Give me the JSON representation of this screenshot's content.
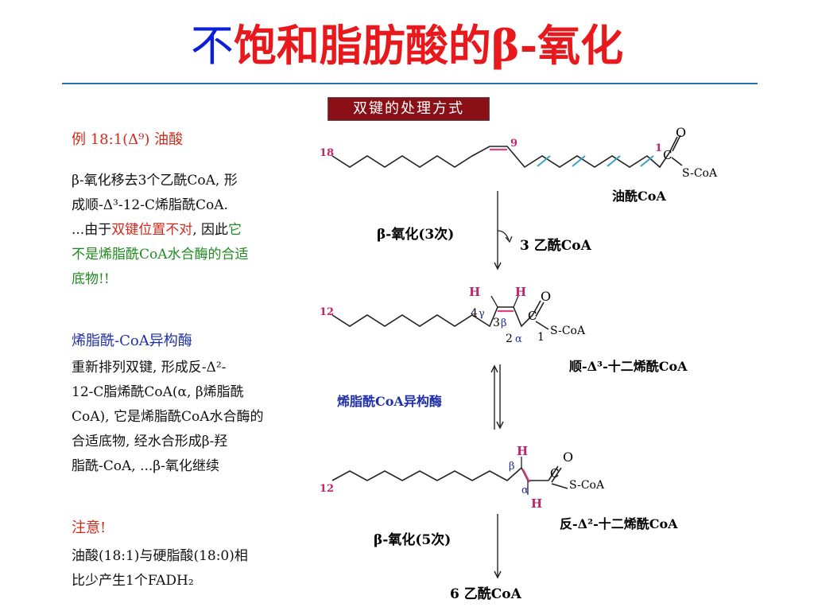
{
  "title": {
    "part1": "不",
    "part2": "饱和脂肪酸的β-氧化"
  },
  "banner": "双键的处理方式",
  "left": {
    "example": "例  18:1(Δ⁹)  油酸",
    "para1": {
      "l1": "β-氧化移去3个乙酰CoA, 形",
      "l2": "成顺-Δ³-12-C烯脂酰CoA.",
      "l3a": "...由于",
      "l3b": "双键位置不对",
      "l3c": ", 因此",
      "l3d": "它",
      "l4": "不是烯脂酰CoA水合酶的合适",
      "l5": "底物!!"
    },
    "enzyme_heading": "烯脂酰-CoA异构酶",
    "para2": {
      "l1": "重新排列双键, 形成反-Δ²-",
      "l2": "12-C脂烯酰CoA(α, β烯脂酰",
      "l3": "CoA), 它是烯脂酰CoA水合酶的",
      "l4": "合适底物, 经水合形成β-羟",
      "l5": "脂酰-CoA, ...β-氧化继续"
    },
    "note_heading": "注意!",
    "note": {
      "l1": "油酸(18:1)与硬脂酸(18:0)相",
      "l2": "比少产生1个FADH₂"
    }
  },
  "diagram": {
    "mol1": {
      "n18": "18",
      "n9": "9",
      "n1": "1",
      "c": "C",
      "o": "O",
      "sco": "S-CoA",
      "name": "油酰CoA"
    },
    "step1": {
      "label": "β-氧化(3次)",
      "product": "3  乙酰CoA"
    },
    "mol2": {
      "n12": "12",
      "h1": "H",
      "h2": "H",
      "n4": "4",
      "gamma": "γ",
      "n3": "3",
      "beta": "β",
      "n2": "2",
      "alpha": "α",
      "n1": "1",
      "c": "C",
      "o": "O",
      "sco": "S-CoA",
      "name": "顺-Δ³-十二烯酰CoA"
    },
    "step2": {
      "label": "烯脂酰CoA异构酶"
    },
    "mol3": {
      "n12": "12",
      "h1": "H",
      "h2": "H",
      "beta": "β",
      "alpha": "α",
      "c": "C",
      "o": "O",
      "sco": "S-CoA",
      "name": "反-Δ²-十二烯酰CoA"
    },
    "step3": {
      "label": "β-氧化(5次)",
      "product": "6  乙酰CoA"
    }
  },
  "colors": {
    "title_blue": "#0a1edc",
    "title_red": "#e8191c",
    "banner_bg": "#8a0f16",
    "pink": "#e0407f",
    "cyan": "#3aa0c8",
    "blue_label": "#1f2fa8"
  }
}
